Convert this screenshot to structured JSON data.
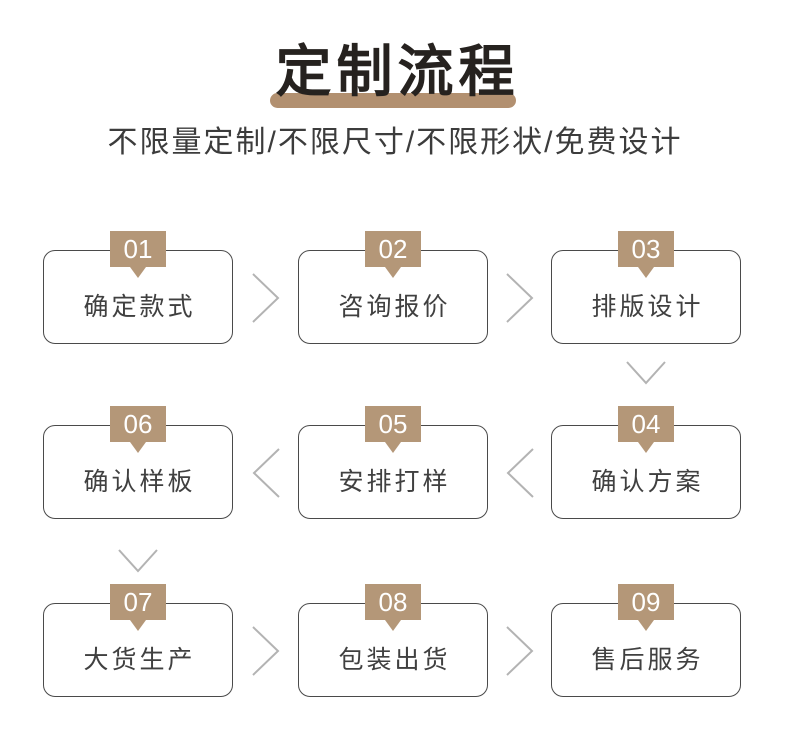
{
  "header": {
    "title": "定制流程",
    "subtitle": "不限量定制/不限尺寸/不限形状/免费设计"
  },
  "steps": [
    {
      "number": "01",
      "label": "确定款式"
    },
    {
      "number": "02",
      "label": "咨询报价"
    },
    {
      "number": "03",
      "label": "排版设计"
    },
    {
      "number": "04",
      "label": "确认方案"
    },
    {
      "number": "05",
      "label": "安排打样"
    },
    {
      "number": "06",
      "label": "确认样板"
    },
    {
      "number": "07",
      "label": "大货生产"
    },
    {
      "number": "08",
      "label": "包装出货"
    },
    {
      "number": "09",
      "label": "售后服务"
    }
  ],
  "colors": {
    "accent": "#b49778",
    "title-underline": "#b29070",
    "title-text": "#26221f",
    "subtitle-text": "#3c3c3c",
    "box-border": "#4a4a4a",
    "box-text": "#404040",
    "tag-text": "#ffffff",
    "arrow": "#b3b3b3"
  }
}
